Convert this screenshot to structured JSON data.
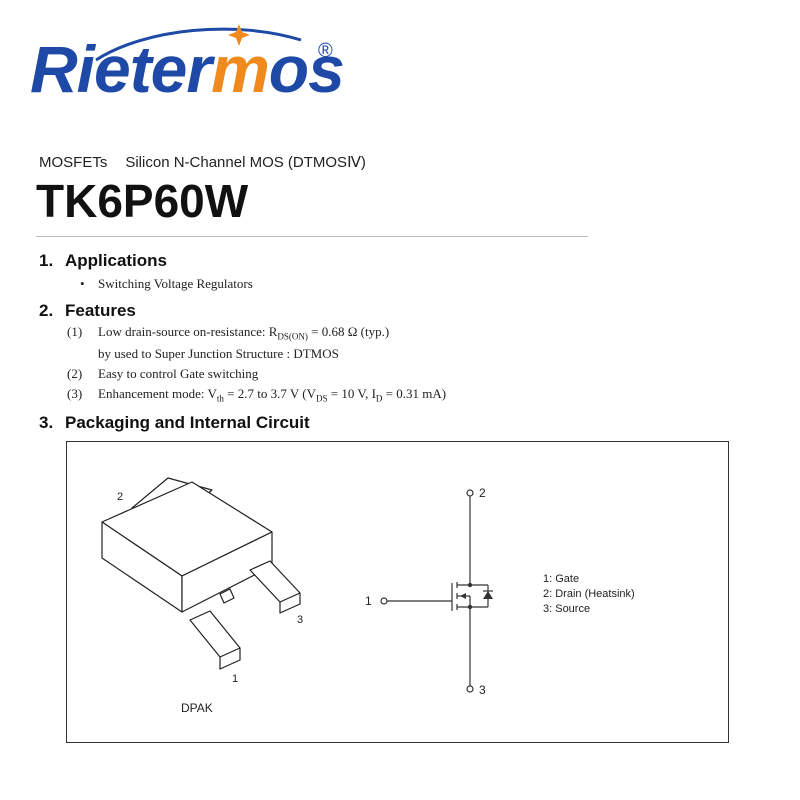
{
  "logo": {
    "brand_rieter": "Rieter",
    "brand_mos_m": "m",
    "brand_mos_rest": "os",
    "registered": "®",
    "colors": {
      "blue": "#1f49a6",
      "orange": "#f08a1c"
    }
  },
  "header": {
    "category": "MOSFETs",
    "subtitle": "Silicon N-Channel MOS (DTMOSⅣ)",
    "part_number": "TK6P60W"
  },
  "sections": {
    "applications": {
      "number": "1.",
      "title": "Applications",
      "bullet": "•",
      "item": "Switching Voltage Regulators"
    },
    "features": {
      "number": "2.",
      "title": "Features",
      "items": [
        {
          "num": "(1)",
          "text_a": "Low drain-source on-resistance: R",
          "sub": "DS(ON)",
          "text_b": " = 0.68 Ω (typ.)"
        },
        {
          "num": "",
          "text_a": "by used to Super Junction Structure : DTMOS"
        },
        {
          "num": "(2)",
          "text_a": "Easy to control Gate switching"
        },
        {
          "num": "(3)",
          "text_a": "Enhancement mode: V",
          "sub": "th",
          "text_b": " = 2.7 to 3.7 V (V",
          "sub2": "DS",
          "text_c": " = 10 V, I",
          "sub3": "D",
          "text_d": " = 0.31 mA)"
        }
      ]
    },
    "packaging": {
      "number": "3.",
      "title": "Packaging and Internal Circuit"
    }
  },
  "diagram": {
    "package_name": "DPAK",
    "package_pins": [
      "1",
      "2",
      "3"
    ],
    "circuit_pins": {
      "gate": "1",
      "drain": "2",
      "source": "3"
    },
    "legend": [
      "1: Gate",
      "2: Drain (Heatsink)",
      "3: Source"
    ]
  }
}
